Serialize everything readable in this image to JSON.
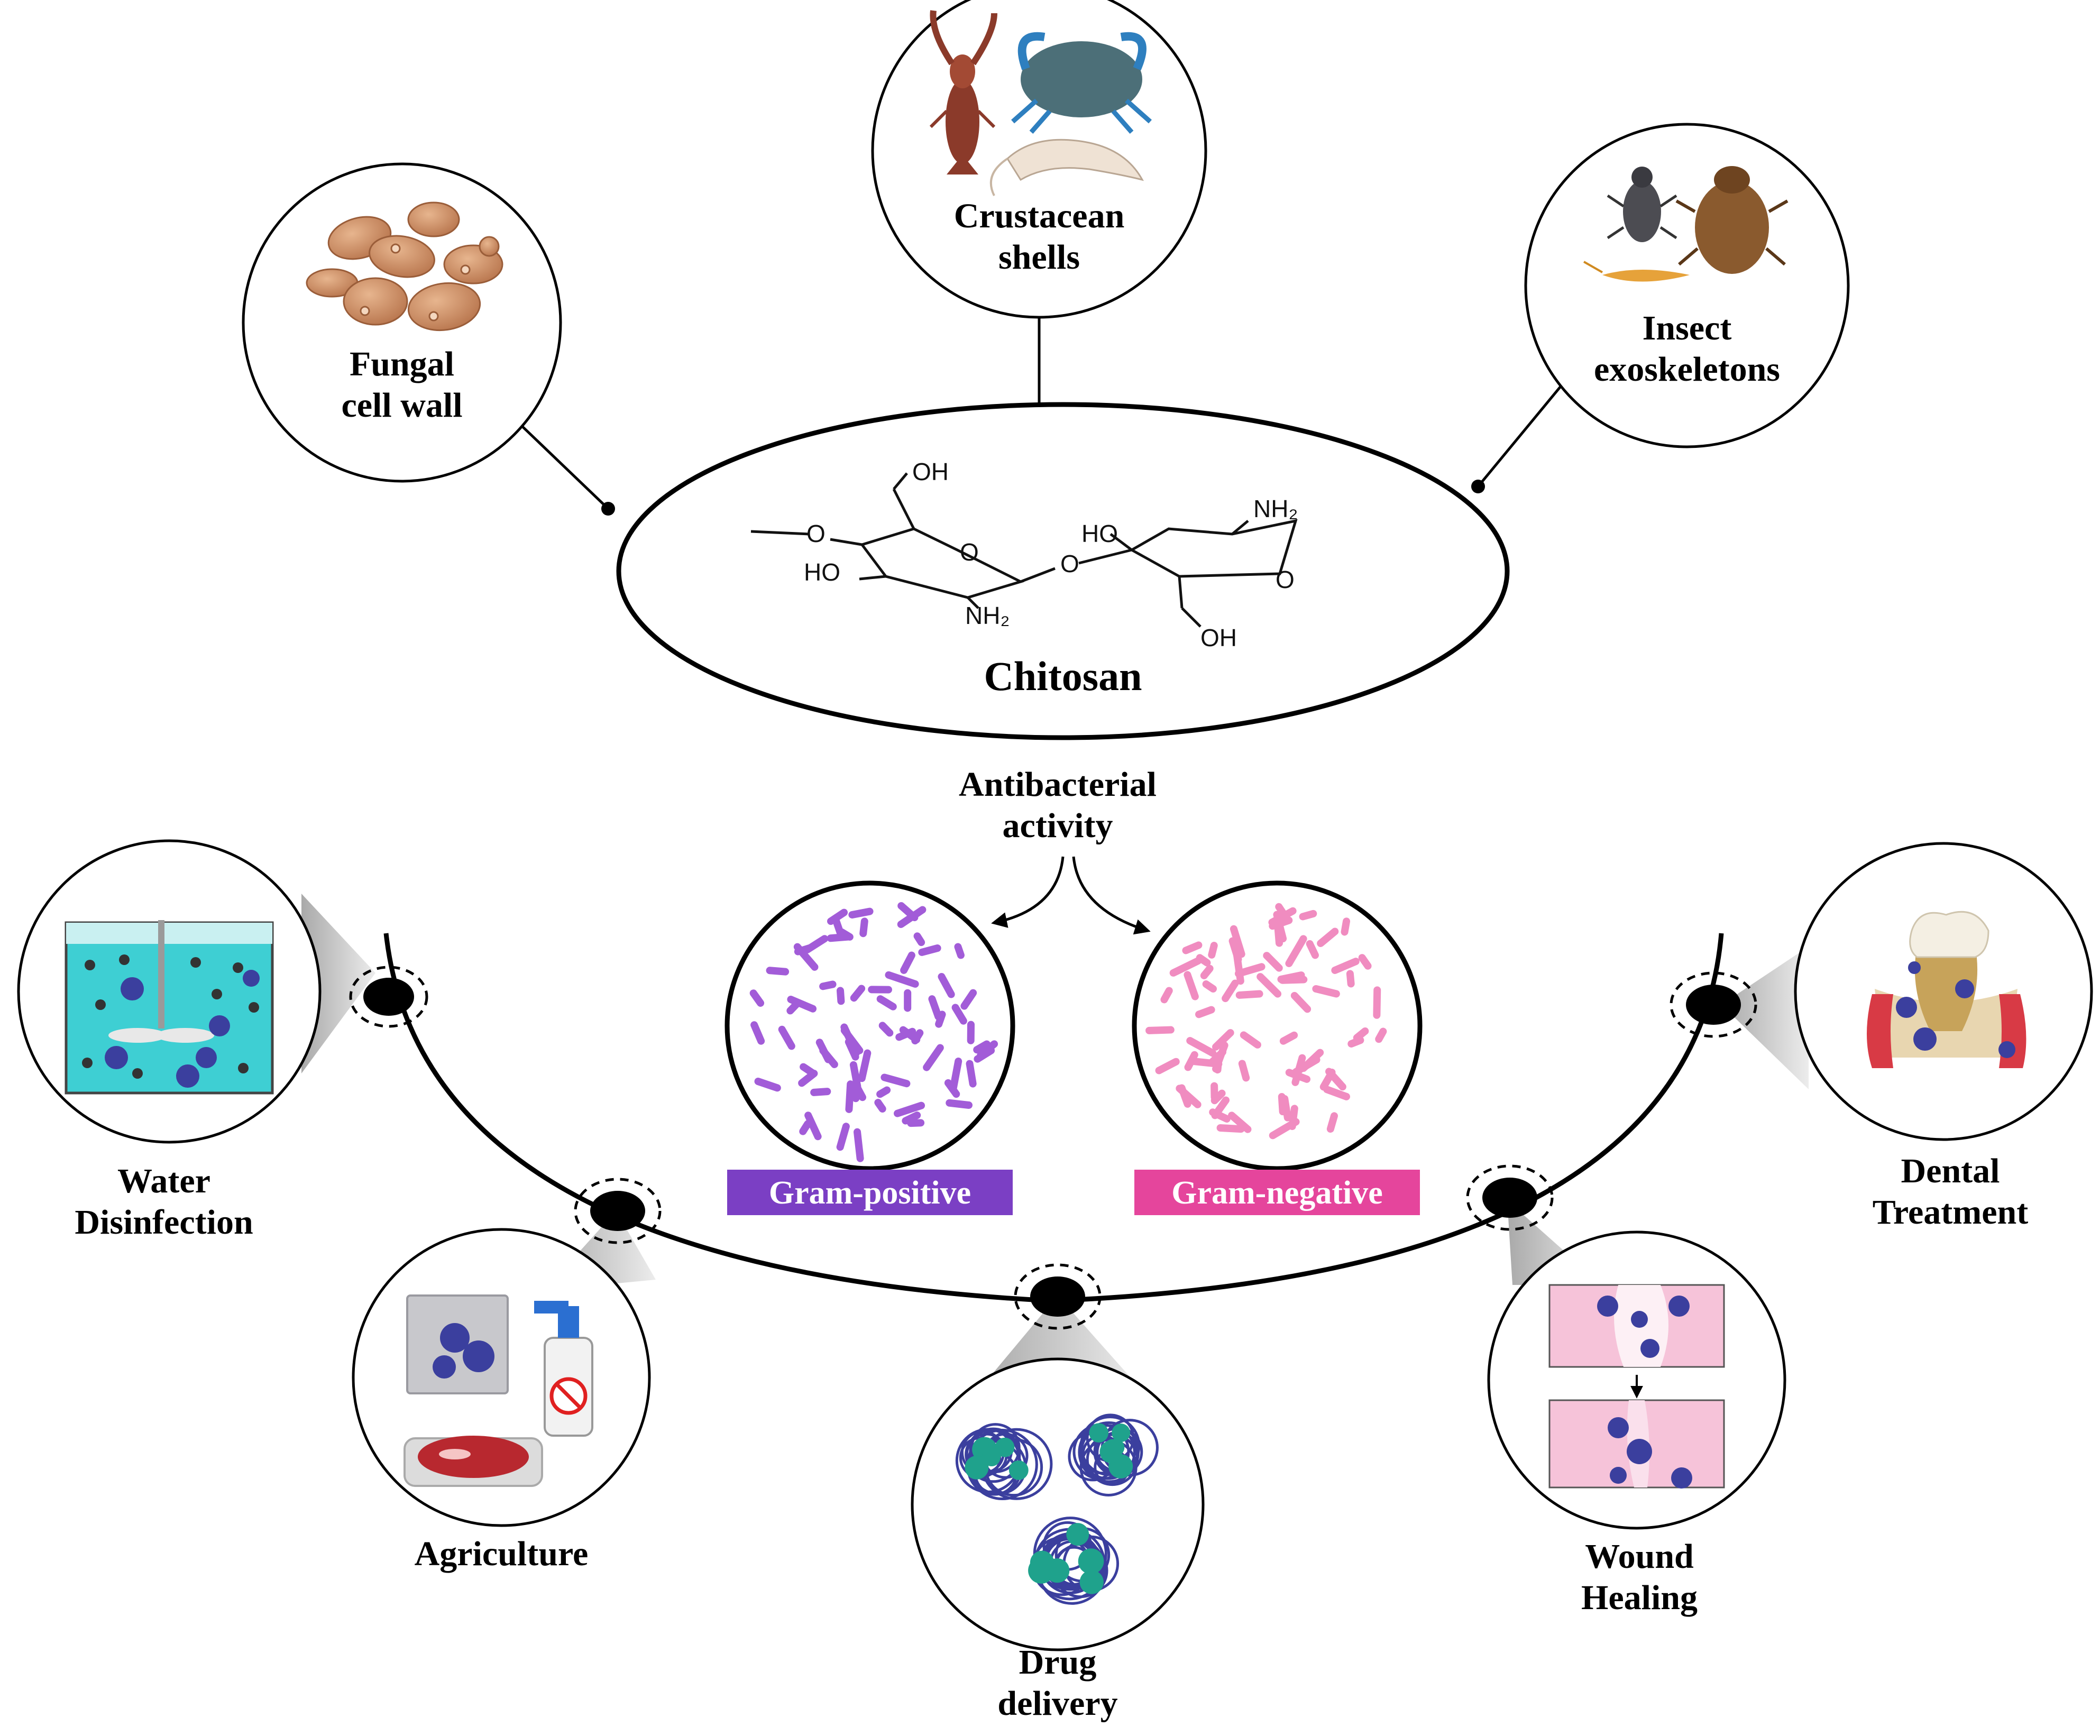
{
  "sources": {
    "fungal": {
      "line1": "Fungal",
      "line2": "cell wall"
    },
    "crustacean": {
      "line1": "Crustacean",
      "line2": "shells"
    },
    "insect": {
      "line1": "Insect",
      "line2": "exoskeletons"
    }
  },
  "center": {
    "title": "Chitosan",
    "chem_labels": {
      "oh_top": "OH",
      "ho_left": "HO",
      "o_ring1": "O",
      "nh2_bottom": "NH₂",
      "o_link": "O",
      "ho_mid": "HO",
      "nh2_top": "NH₂",
      "o_ring2": "O",
      "oh_bottom": "OH",
      "o_methoxy": "O"
    }
  },
  "antibacterial": {
    "line1": "Antibacterial",
    "line2": "activity",
    "gram_positive": {
      "label": "Gram-positive",
      "color": "#7b3fc4",
      "cell_color": "#a25cd8"
    },
    "gram_negative": {
      "label": "Gram-negative",
      "color": "#e5459c",
      "cell_color": "#f08cc0"
    }
  },
  "applications": {
    "water": {
      "line1": "Water",
      "line2": "Disinfection"
    },
    "agriculture": {
      "line1": "Agriculture"
    },
    "drug": {
      "line1": "Drug",
      "line2": "delivery"
    },
    "wound": {
      "line1": "Wound",
      "line2": "Healing"
    },
    "dental": {
      "line1": "Dental",
      "line2": "Treatment"
    }
  },
  "colors": {
    "water": "#3ecfd3",
    "nanoparticle": "#3b3f9e",
    "drug_core": "#1fa28c",
    "wound_tissue": "#f6c3d9",
    "gum": "#d83a45",
    "bone": "#e8d6b0"
  }
}
